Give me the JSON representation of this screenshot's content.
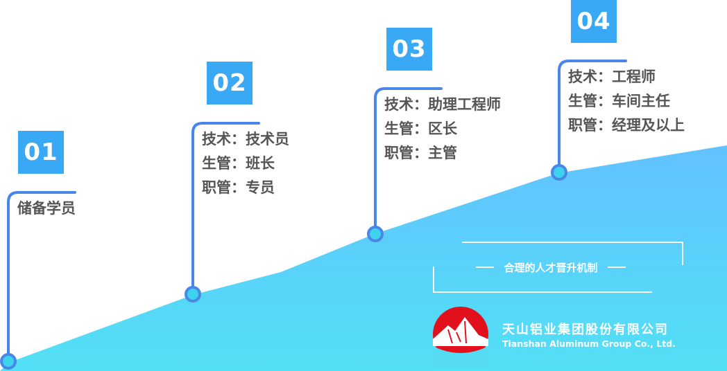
{
  "colors": {
    "accent": "#4a86e8",
    "badge": "#3aa9f5",
    "area_top": "#62c2ff",
    "area_bottom": "#52e0f5",
    "node_fill": "#3dd3ee",
    "text": "#555555",
    "logo_red": "#e1101c"
  },
  "steps": [
    {
      "number": "01",
      "lines": [
        "储备学员"
      ]
    },
    {
      "number": "02",
      "lines": [
        "技术：技术员",
        "生管：班长",
        "职管：专员"
      ]
    },
    {
      "number": "03",
      "lines": [
        "技术：助理工程师",
        "生管：区长",
        "职管：主管"
      ]
    },
    {
      "number": "04",
      "lines": [
        "技术：工程师",
        "生管：车间主任",
        "职管：经理及以上"
      ]
    }
  ],
  "slogan": "合理的人才晋升机制",
  "logo": {
    "icon": "mountain-logo-icon",
    "name_cn": "天山铝业集团股份有限公司",
    "name_en": "Tianshan Aluminum Group Co., Ltd."
  }
}
